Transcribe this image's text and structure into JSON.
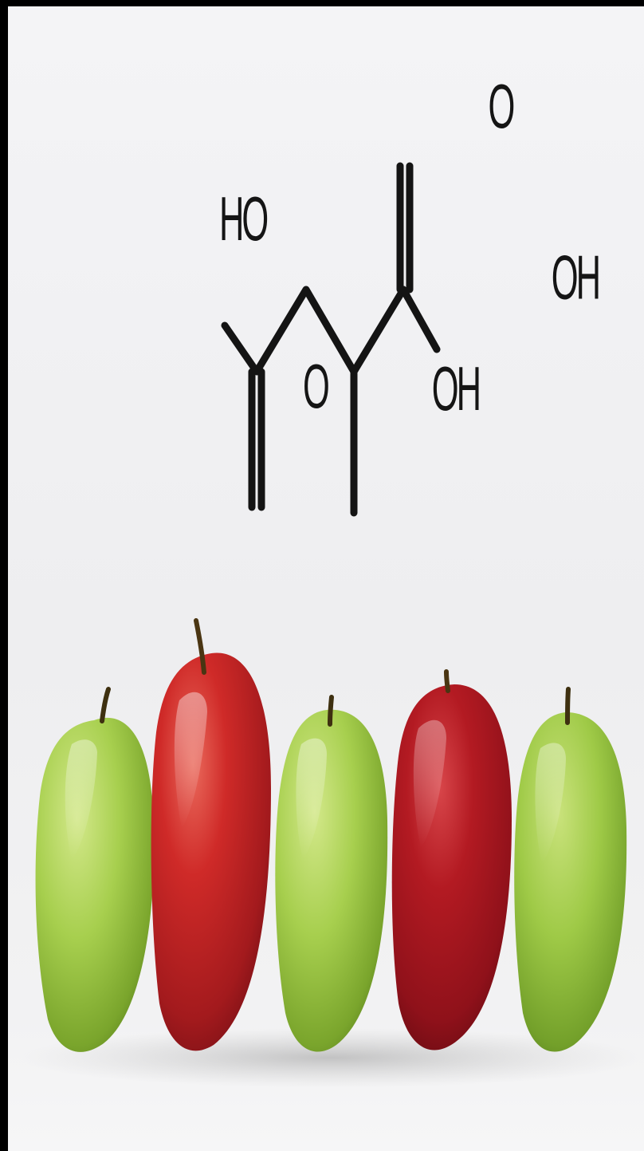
{
  "molecule": {
    "labels": {
      "hydroxyl_top_left": "HO",
      "carbonyl_oxygen_top": "O",
      "hydroxyl_right": "OH",
      "carbonyl_oxygen_bottom": "O",
      "hydroxyl_bottom": "OH"
    },
    "bond_color": "#141414"
  },
  "apples": [
    {
      "variety_color": "green",
      "fill": "#9cc944"
    },
    {
      "variety_color": "red",
      "fill": "#c01a1e"
    },
    {
      "variety_color": "green",
      "fill": "#9cc944"
    },
    {
      "variety_color": "red",
      "fill": "#a8141c"
    },
    {
      "variety_color": "green",
      "fill": "#94c23c"
    }
  ],
  "colors": {
    "frame": "#000000",
    "background": "#f1f1f3"
  }
}
